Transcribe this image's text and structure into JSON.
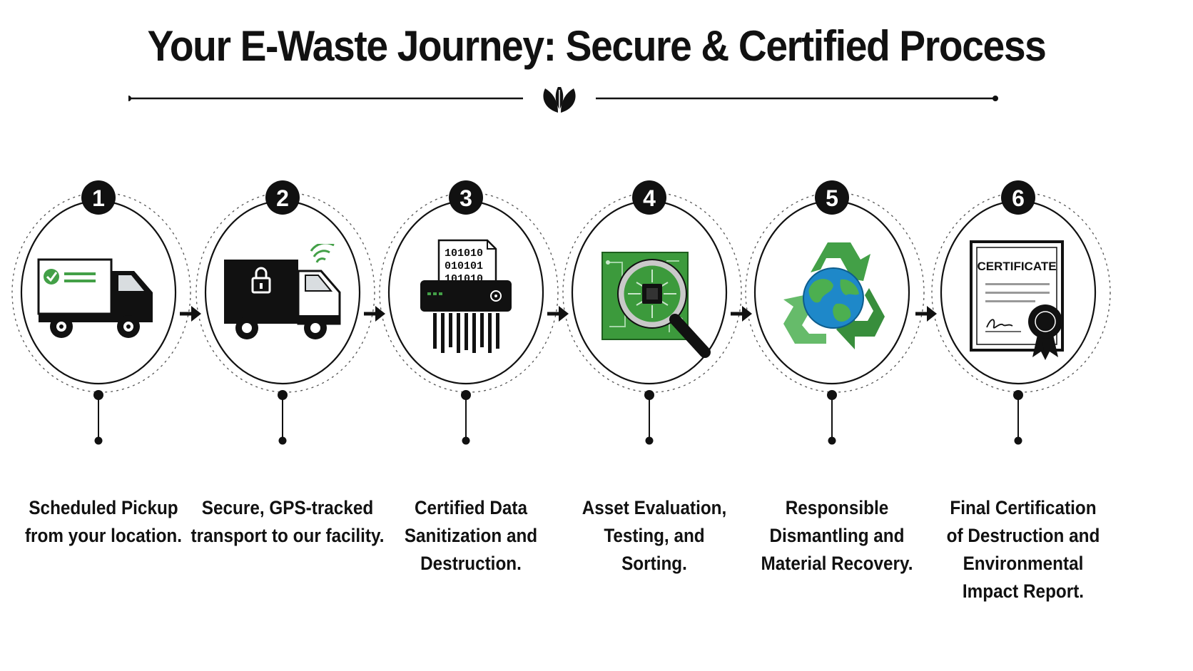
{
  "title": "Your E-Waste Journey: Secure & Certified Process",
  "divider_icon": "leaf-icon",
  "colors": {
    "accent_green": "#43a047",
    "dark": "#111111",
    "globe_blue": "#1e88c9"
  },
  "steps": [
    {
      "number": "1",
      "icon": "pickup-truck-icon",
      "lines": [
        "Scheduled Pickup",
        "from your location."
      ]
    },
    {
      "number": "2",
      "icon": "gps-truck-lock-icon",
      "lines": [
        "Secure, GPS-tracked",
        "transport to our facility."
      ]
    },
    {
      "number": "3",
      "icon": "data-shredder-icon",
      "binary": [
        "101010",
        "010101",
        "101010"
      ],
      "lines": [
        "Certified Data",
        "Sanitization and",
        "Destruction."
      ]
    },
    {
      "number": "4",
      "icon": "circuit-magnifier-icon",
      "lines": [
        "Asset Evaluation,",
        "Testing, and",
        "Sorting."
      ]
    },
    {
      "number": "5",
      "icon": "recycle-globe-icon",
      "lines": [
        "Responsible",
        "Dismantling and",
        "Material Recovery."
      ]
    },
    {
      "number": "6",
      "icon": "certificate-icon",
      "certificate_label": "CERTIFICATE",
      "lines": [
        "Final Certification",
        "of Destruction and",
        "Environmental",
        "Impact Report."
      ]
    }
  ]
}
